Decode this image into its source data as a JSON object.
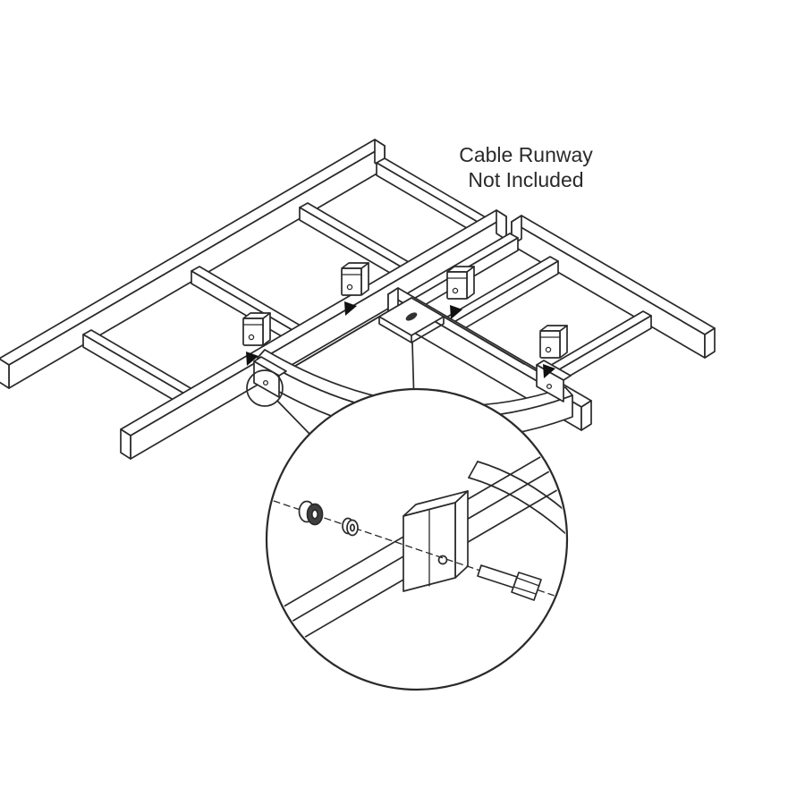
{
  "note": {
    "line1": "Cable Runway",
    "line2": "Not Included"
  },
  "diagram": {
    "subject": "90-degree cable runway radius corner bracket kit, isometric installation view with detail callout",
    "parts": {
      "left_runway": "ladder cable runway section (left)",
      "right_runway": "ladder cable runway section (right)",
      "corner_bracket": "radius bend corner bracket",
      "clip": "hold-down clamp clip",
      "clip_count": 4,
      "arrow": "placement arrow",
      "detail_marker": "detail reference circle",
      "detail": {
        "stringer": "runway stringer rail",
        "elbow_end": "radius bend end",
        "clamp": "clamp bracket",
        "lock_washer": "lock washer",
        "flat_washer": "flat washer",
        "bolt": "hex head bolt",
        "centerline": "assembly centerline"
      }
    }
  },
  "colors": {
    "background": "#ffffff",
    "line": "#2a2a2a",
    "fill": "#ffffff",
    "arrow": "#111111",
    "slot": "#333333",
    "washer_dark": "#3f3f3f"
  }
}
